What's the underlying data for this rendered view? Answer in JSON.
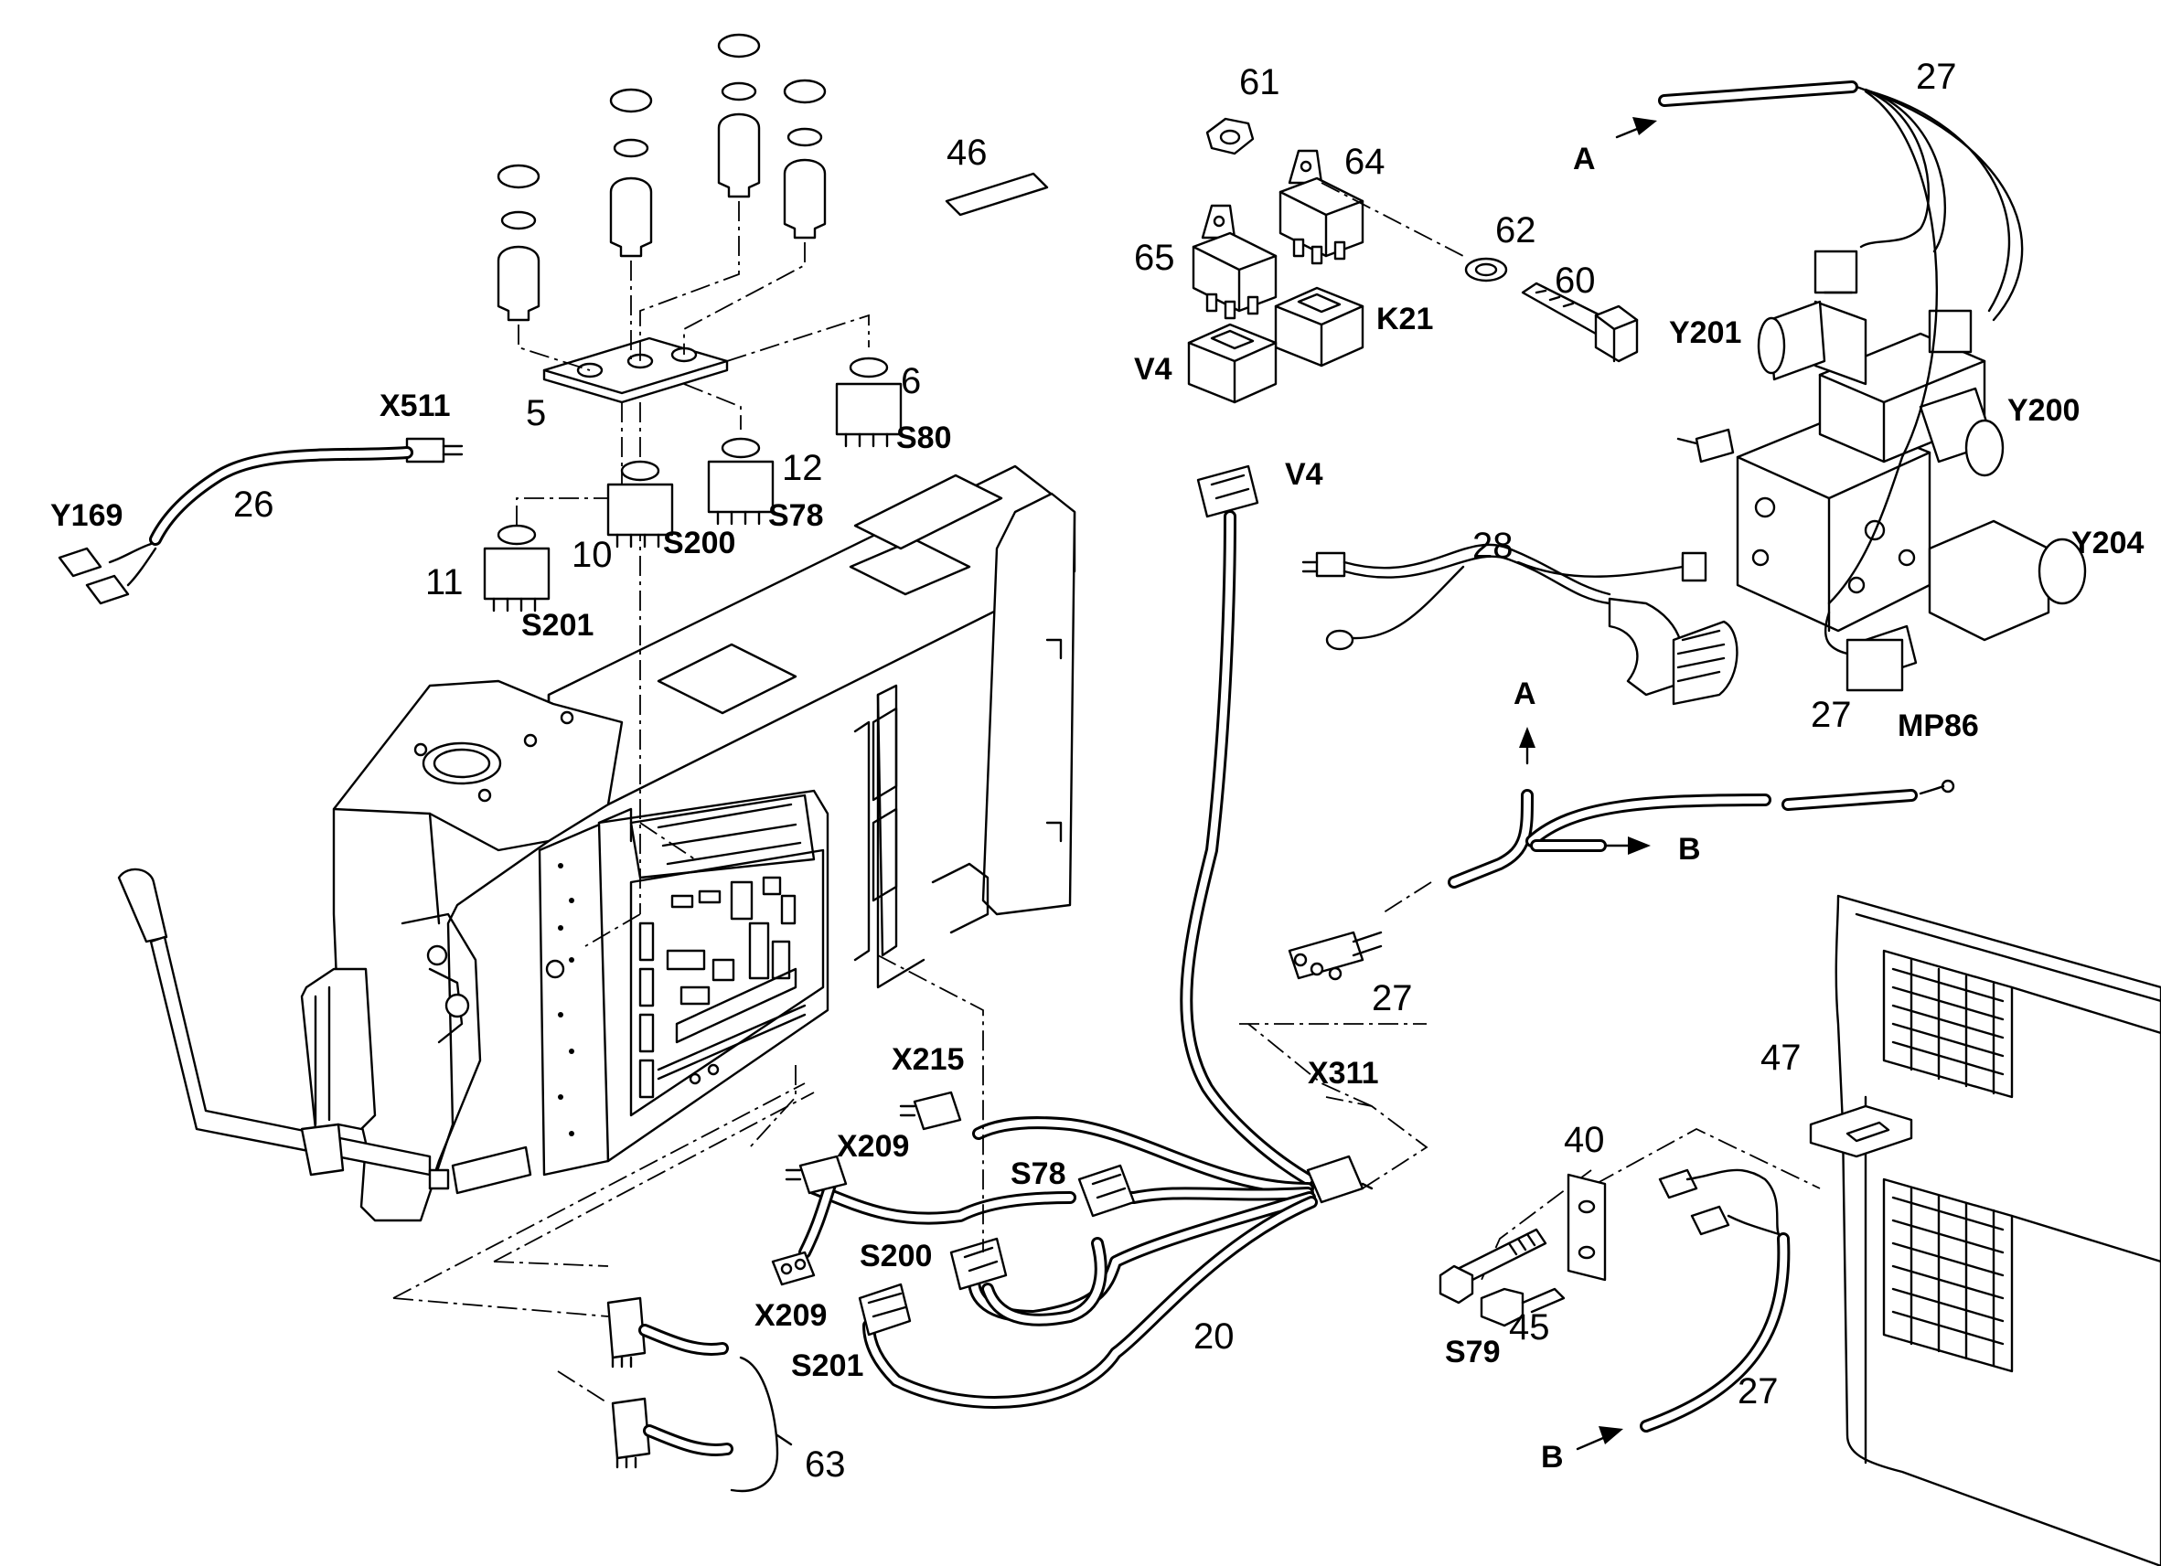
{
  "labels": {
    "l_27a": "27",
    "l_a1": "A",
    "l_61": "61",
    "l_64": "64",
    "l_46": "46",
    "l_62": "62",
    "l_60": "60",
    "l_65": "65",
    "l_k21": "K21",
    "l_v4a": "V4",
    "l_y201": "Y201",
    "l_y200": "Y200",
    "l_x511": "X511",
    "l_6": "6",
    "l_5": "5",
    "l_s80": "S80",
    "l_12": "12",
    "l_y169": "Y169",
    "l_26": "26",
    "l_v4b": "V4",
    "l_s78a": "S78",
    "l_10": "10",
    "l_s200a": "S200",
    "l_11": "11",
    "l_28": "28",
    "l_y204": "Y204",
    "l_s201a": "S201",
    "l_27b": "27",
    "l_a2": "A",
    "l_mp86": "MP86",
    "l_b1": "B",
    "l_27c": "27",
    "l_x311": "X311",
    "l_x215": "X215",
    "l_47": "47",
    "l_40": "40",
    "l_x209a": "X209",
    "l_s78b": "S78",
    "l_s200b": "S200",
    "l_x209b": "X209",
    "l_20": "20",
    "l_s79": "S79",
    "l_45": "45",
    "l_s201b": "S201",
    "l_27d": "27",
    "l_63": "63",
    "l_b2": "B"
  }
}
